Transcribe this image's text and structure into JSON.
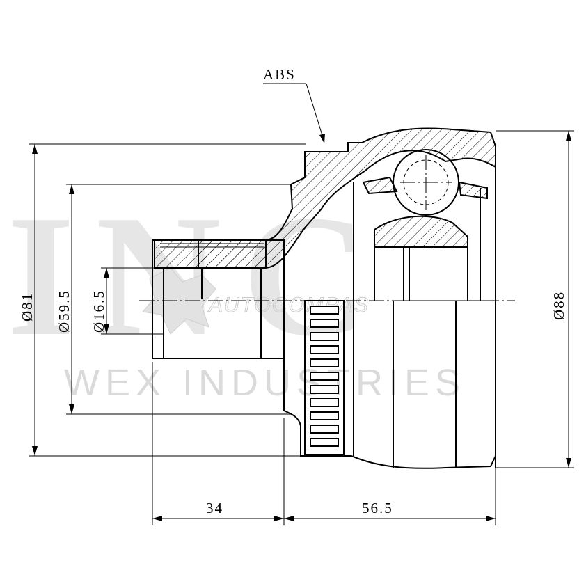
{
  "watermark": {
    "brand_letters": "INC",
    "company": "WEX INDUSTRIES",
    "logo_text": "AUTOCOMPAS"
  },
  "labels": {
    "abs": "ABS"
  },
  "dimensions": {
    "outer_diameter_left": "Ø81",
    "shaft_diameter": "Ø59.5",
    "inner_diameter": "Ø16.5",
    "bell_diameter": "Ø88",
    "stem_length": "34",
    "body_length": "56.5"
  }
}
